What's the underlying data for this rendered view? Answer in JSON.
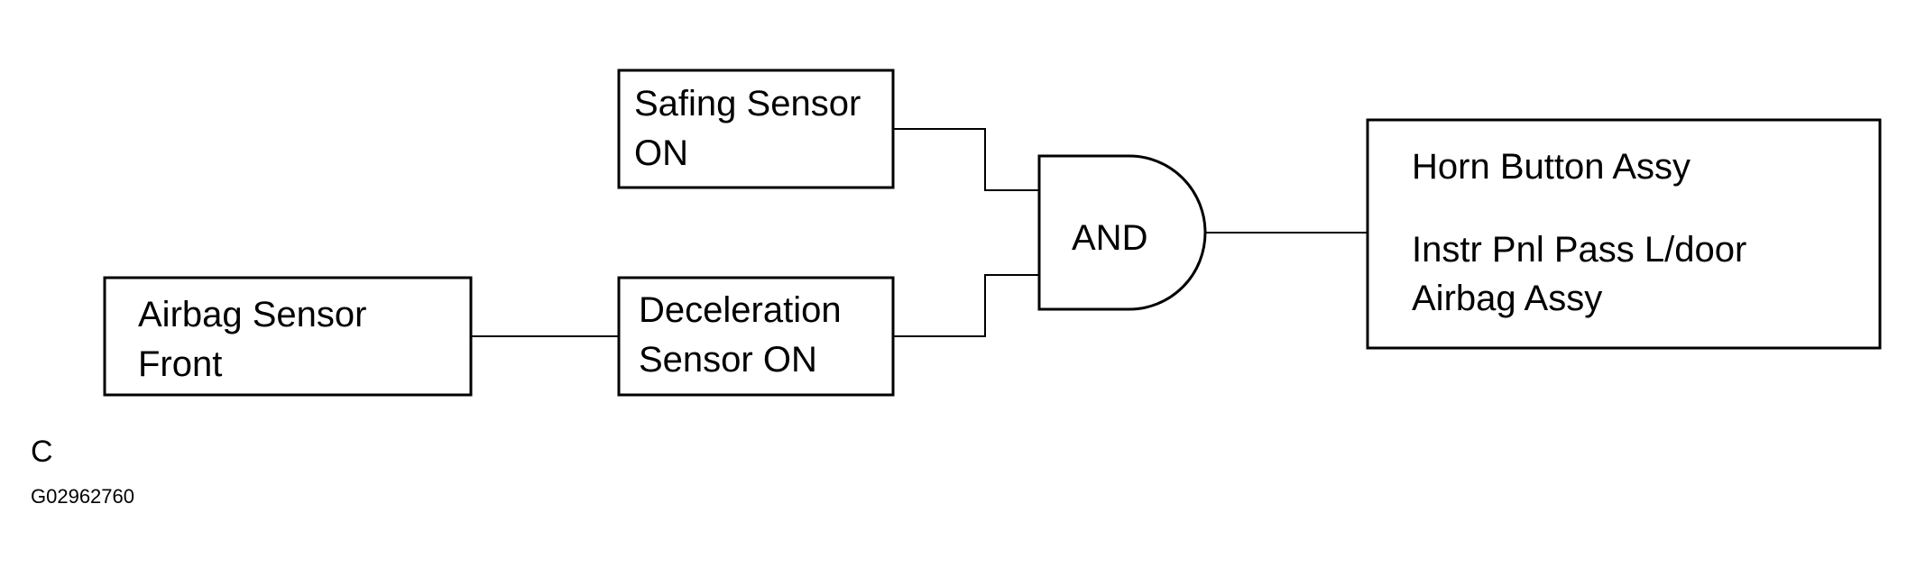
{
  "diagram": {
    "safing_sensor": {
      "line1": "Safing Sensor",
      "line2": "ON"
    },
    "deceleration_sensor": {
      "line1": "Deceleration",
      "line2": "Sensor ON"
    },
    "airbag_sensor_front": {
      "line1": "Airbag Sensor",
      "line2": "Front"
    },
    "and_gate": {
      "label": "AND"
    },
    "output": {
      "line1": "Horn Button Assy",
      "line2": "Instr Pnl Pass L/door",
      "line3": "Airbag Assy"
    },
    "corner_letter": "C",
    "figure_id": "G02962760"
  }
}
